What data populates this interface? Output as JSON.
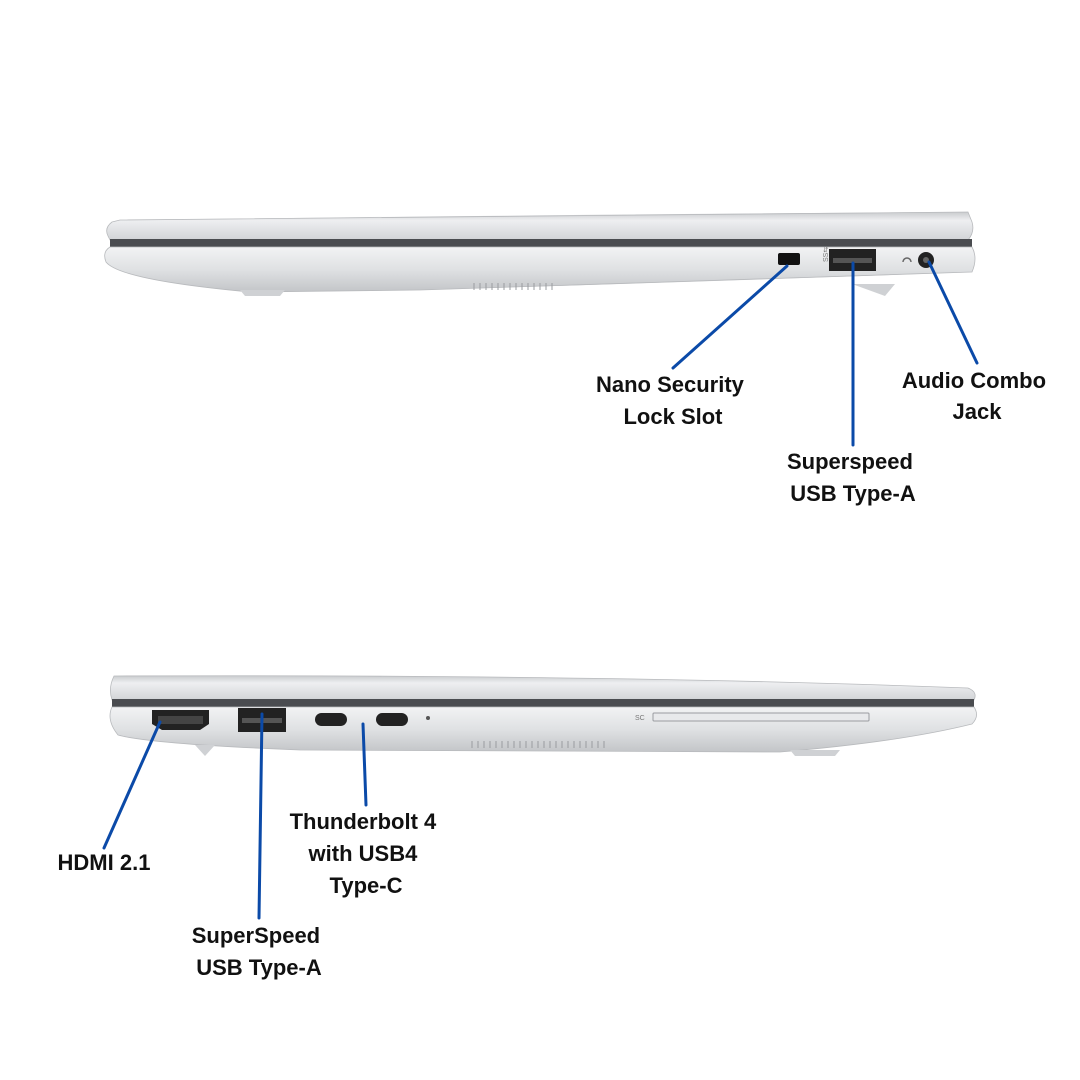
{
  "colors": {
    "callout_line": "#0b4aa8",
    "chassis": "#d9dbde",
    "label_text": "#111111"
  },
  "top_view": {
    "callouts": [
      {
        "id": "lock",
        "lines": [
          "Nano Security",
          "Lock Slot"
        ]
      },
      {
        "id": "usb_a",
        "lines": [
          "Superspeed",
          "USB Type-A"
        ]
      },
      {
        "id": "audio",
        "lines": [
          "Audio Combo",
          "Jack"
        ]
      }
    ]
  },
  "bottom_view": {
    "port_marks": {
      "sd_slot": "SC"
    },
    "callouts": [
      {
        "id": "hdmi",
        "lines": [
          "HDMI 2.1"
        ]
      },
      {
        "id": "thunderbolt",
        "lines": [
          "Thunderbolt 4",
          "with USB4",
          "Type-C"
        ]
      },
      {
        "id": "usb_a",
        "lines": [
          "SuperSpeed",
          "USB Type-A"
        ]
      }
    ]
  }
}
